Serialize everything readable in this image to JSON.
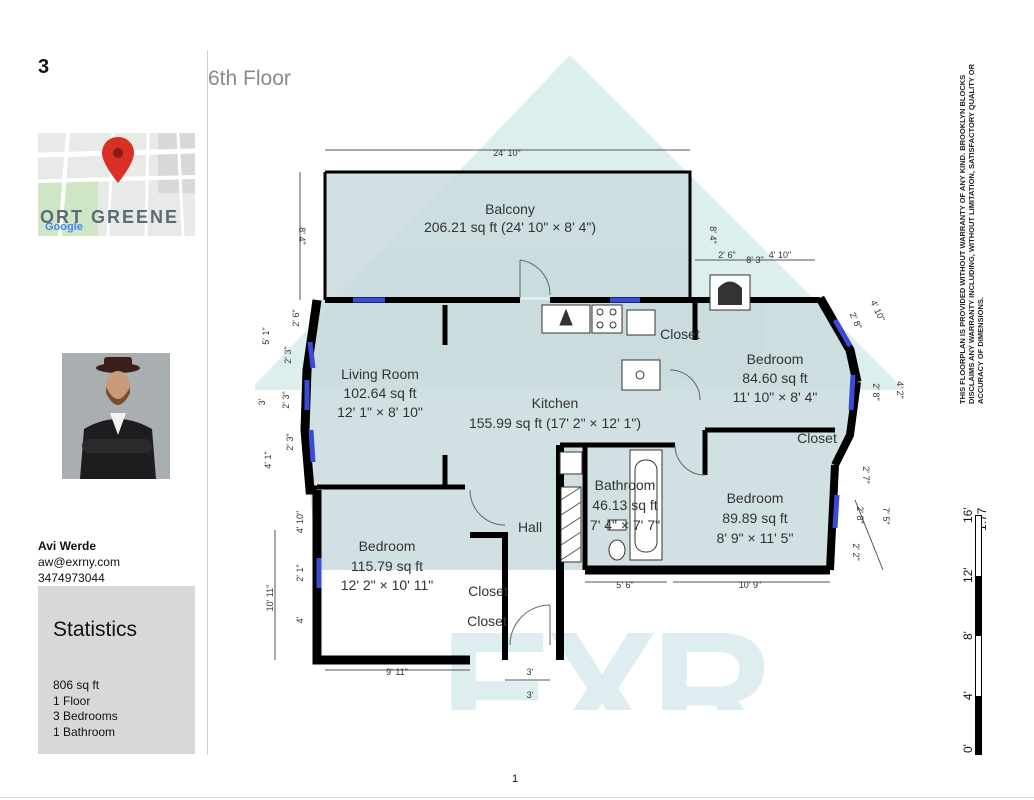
{
  "page_number_top": "3",
  "floor_title": "6th Floor",
  "map": {
    "neighborhood_label": "ORT GREENE",
    "logo_text": "Google",
    "pin_icon": "map-pin-icon",
    "pin_color": "#d93025"
  },
  "agent": {
    "name": "Avi Werde",
    "email": "aw@exrny.com",
    "phone": "3474973044"
  },
  "statistics": {
    "title": "Statistics",
    "lines": [
      "806 sq ft",
      "1 Floor",
      "3 Bedrooms",
      "1 Bathroom"
    ]
  },
  "rooms": {
    "balcony": {
      "name": "Balcony",
      "size": "206.21 sq ft (24' 10\" × 8' 4\")"
    },
    "living": {
      "name": "Living Room",
      "area": "102.64 sq ft",
      "dims": "12' 1\" × 8' 10\""
    },
    "kitchen": {
      "name": "Kitchen",
      "size": "155.99 sq ft (17' 2\" × 12' 1\")"
    },
    "bedroom_ne": {
      "name": "Bedroom",
      "area": "84.60 sq ft",
      "dims": "11' 10\" × 8' 4\""
    },
    "bedroom_se": {
      "name": "Bedroom",
      "area": "89.89 sq ft",
      "dims": "8' 9\" × 11' 5\""
    },
    "bedroom_sw": {
      "name": "Bedroom",
      "area": "115.79 sq ft",
      "dims": "12' 2\" × 10' 11\""
    },
    "bathroom": {
      "name": "Bathroom",
      "area": "46.13 sq ft",
      "dims": "7' 4\" × 7' 7\""
    },
    "hall": {
      "name": "Hall"
    },
    "closet_kitchen": {
      "name": "Closet"
    },
    "closet_east": {
      "name": "Closet"
    },
    "closet_a": {
      "name": "Closet"
    },
    "closet_b": {
      "name": "Closet"
    }
  },
  "dimensions": {
    "top": "24' 10\"",
    "balcony_left": "8' 4\"",
    "ne_top": "8' 3\"",
    "ne_left": "8' 4\"",
    "fp_a": "2' 6\"",
    "fp_b": "4' 10\"",
    "left_a": "5' 1\"",
    "left_b": "2' 6\"",
    "left_c": "2' 3\"",
    "left_d": "3'",
    "left_e": "2' 3\"",
    "left_f": "4' 1\"",
    "left_g": "2' 3\"",
    "sw_a": "4' 10\"",
    "sw_b": "10' 11\"",
    "sw_c": "2' 1\"",
    "sw_d": "4'",
    "bottom_a": "9' 11\"",
    "bottom_b": "3'",
    "bottom_c": "3'",
    "bottom_d": "5' 6\"",
    "bottom_e": "10' 9\"",
    "right_a": "4' 10\"",
    "right_b": "2' 8\"",
    "right_c": "2' 8\"",
    "right_d": "4' 2\"",
    "right_e": "2' 7\"",
    "right_f": "2' 8\"",
    "right_g": "7' 5\"",
    "right_h": "2' 2\""
  },
  "disclaimer": "THIS FLOORPLAN IS PROVIDED WITHOUT WARRANTY OF ANY KIND. BROOKLYN BLOCKS DISCLAIMS ANY WARRANTY INCLUDING, WITHOUT LIMITATION, SATISFACTORY QUALITY OR ACCURACY OF DIMENSIONS.",
  "scale": {
    "ratio": "1:77",
    "ticks": [
      "16'",
      "12'",
      "8'",
      "4'",
      "0'"
    ]
  },
  "footer_page": "1",
  "colors": {
    "wall": "#000000",
    "room_fill": "#c9dadd",
    "watermark": "#bfe0e0",
    "window": "#3b4bd6"
  }
}
